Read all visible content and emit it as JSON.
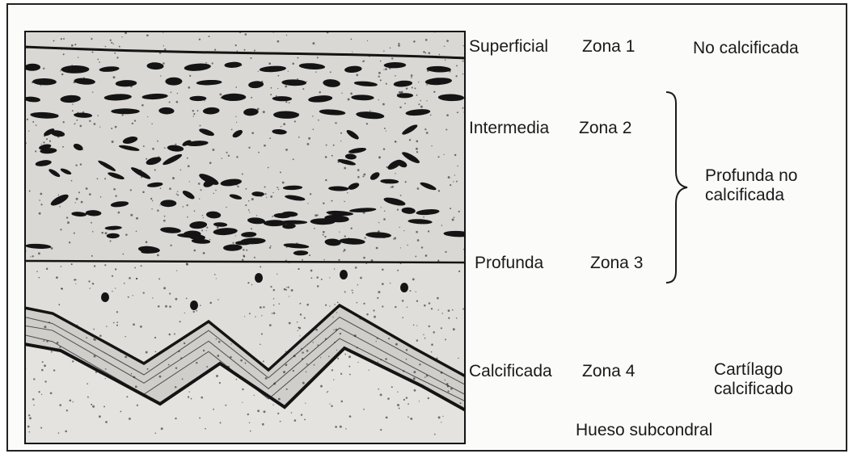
{
  "zones": [
    {
      "name": "Superficial",
      "zone": "Zona 1",
      "category": "No calcificada"
    },
    {
      "name": "Intermedia",
      "zone": "Zona 2"
    },
    {
      "name": "Profunda",
      "zone": "Zona 3"
    },
    {
      "name": "Calcificada",
      "zone": "Zona 4",
      "category_lines": [
        "Cartílago",
        "calcificado"
      ]
    }
  ],
  "group_label_lines": [
    "Profunda no",
    "calcificada"
  ],
  "bone_label": "Hueso subcondral",
  "colors": {
    "cartilage_fill": "#d9d8d5",
    "calcified_fill": "#dfdedb",
    "bone_fill": "#e4e3e0",
    "ink": "#141414"
  }
}
